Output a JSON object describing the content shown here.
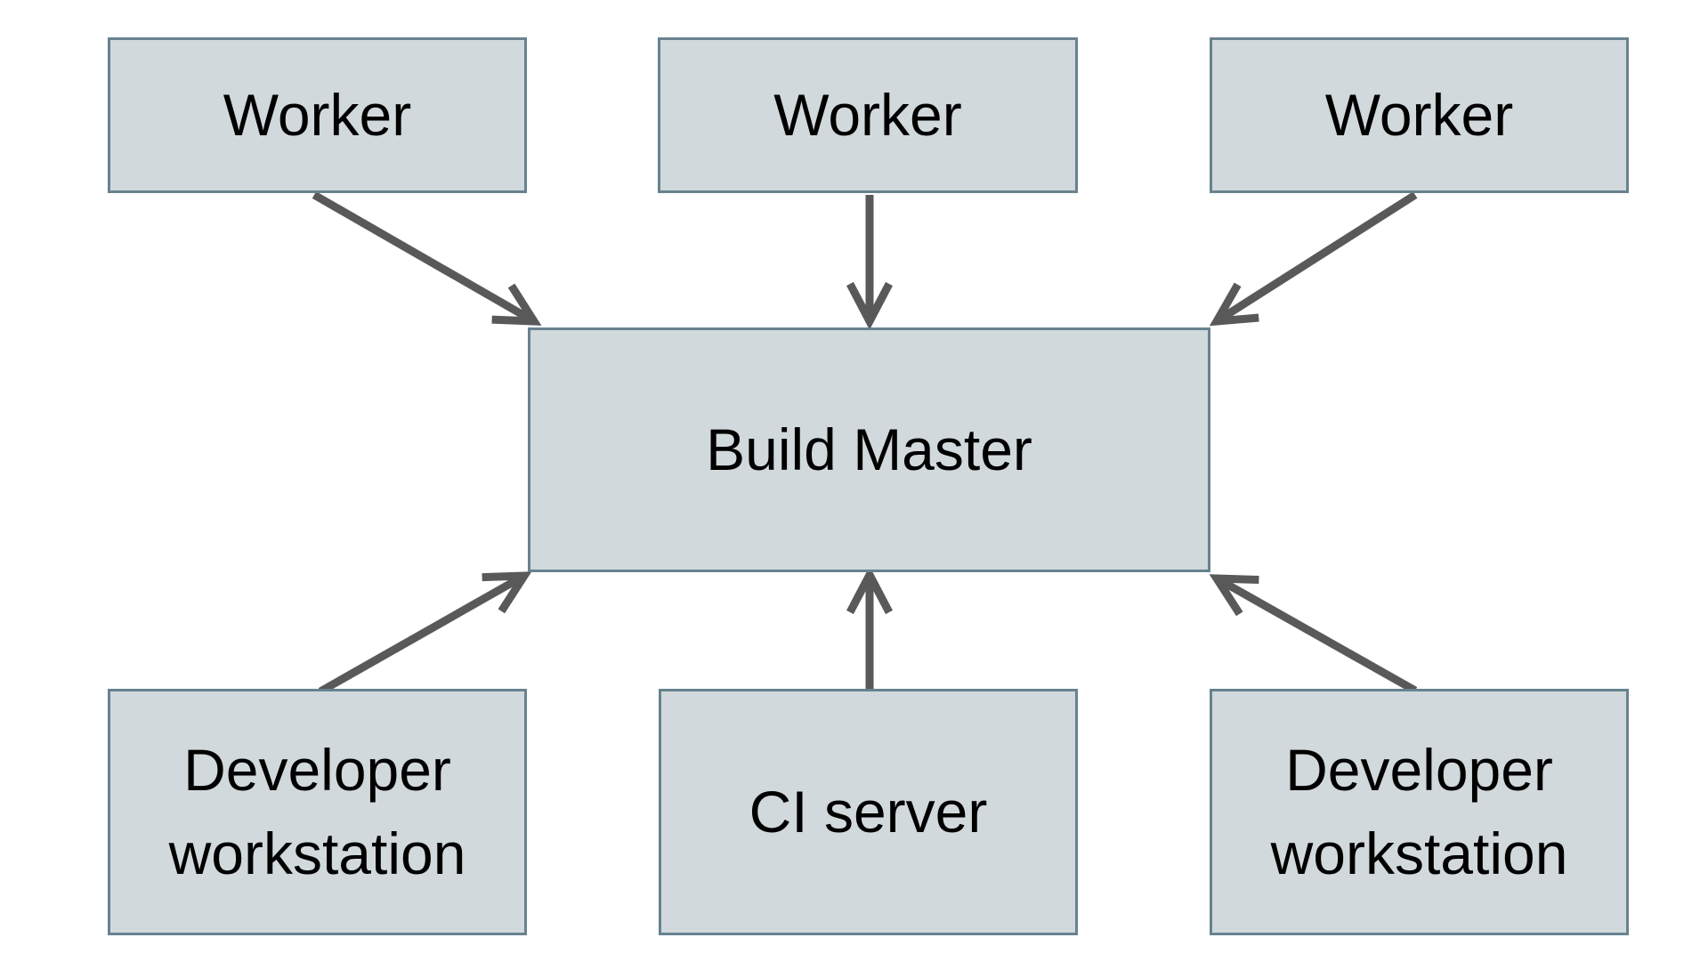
{
  "colors": {
    "background": "#ffffff",
    "node_fill": "#d1d9dc",
    "node_border": "#68828f",
    "arrow": "#595959",
    "text": "#000000"
  },
  "diagram": {
    "type": "architecture-diagram",
    "nodes": {
      "worker_left": {
        "label": "Worker"
      },
      "worker_center": {
        "label": "Worker"
      },
      "worker_right": {
        "label": "Worker"
      },
      "build_master": {
        "label": "Build Master"
      },
      "dev_workstation_left": {
        "label": "Developer workstation"
      },
      "ci_server": {
        "label": "CI server"
      },
      "dev_workstation_right": {
        "label": "Developer workstation"
      }
    },
    "edges": [
      {
        "from": "worker_left",
        "to": "build_master"
      },
      {
        "from": "worker_center",
        "to": "build_master"
      },
      {
        "from": "worker_right",
        "to": "build_master"
      },
      {
        "from": "dev_workstation_left",
        "to": "build_master"
      },
      {
        "from": "ci_server",
        "to": "build_master"
      },
      {
        "from": "dev_workstation_right",
        "to": "build_master"
      }
    ]
  }
}
